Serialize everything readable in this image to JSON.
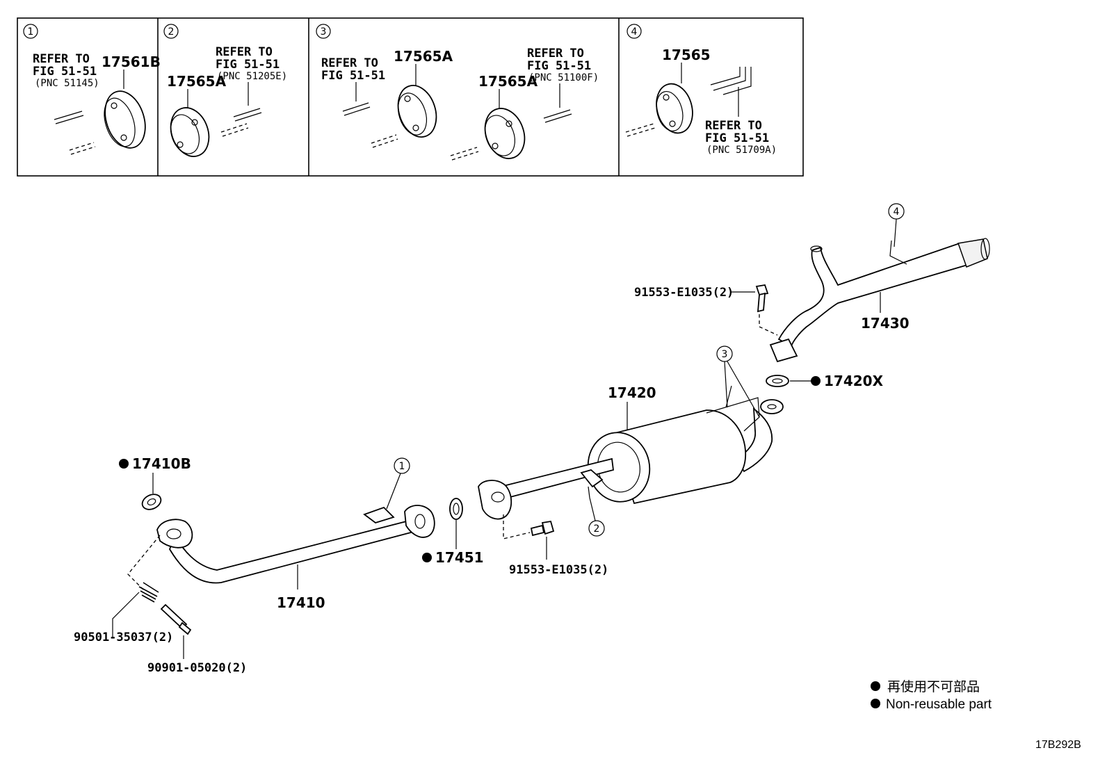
{
  "panels": [
    {
      "num": "1",
      "refer_line1": "REFER TO",
      "refer_line2": "FIG 51-51",
      "refer_pnc": "(PNC 51145)",
      "part": "17561B"
    },
    {
      "num": "2",
      "refer_line1": "REFER TO",
      "refer_line2": "FIG 51-51",
      "refer_pnc": "(PNC 51205E)",
      "part": "17565A"
    },
    {
      "num": "3",
      "refer_line1": "REFER TO",
      "refer_line2": "FIG 51-51",
      "part": "17565A",
      "refer_b_line1": "REFER TO",
      "refer_b_line2": "FIG 51-51",
      "refer_b_pnc": "(PNC 51100F)",
      "part_b": "17565A"
    },
    {
      "num": "4",
      "part": "17565",
      "refer_line1": "REFER TO",
      "refer_line2": "FIG 51-51",
      "refer_pnc": "(PNC 51709A)"
    }
  ],
  "callouts": {
    "c1": "1",
    "c2": "2",
    "c3": "3",
    "c4": "4"
  },
  "parts": {
    "p17430": "17430",
    "bolt_upper": "91553-E1035(2)",
    "p17420X": "17420X",
    "p17420": "17420",
    "p17410B": "17410B",
    "p17451": "17451",
    "bolt_mid": "91553-E1035(2)",
    "p17410": "17410",
    "spring": "90501-35037(2)",
    "bolt_lower": "90901-05020(2)"
  },
  "legend": {
    "line1": "再使用不可部品",
    "line2": "Non-reusable part"
  },
  "figure_code": "17B292B"
}
